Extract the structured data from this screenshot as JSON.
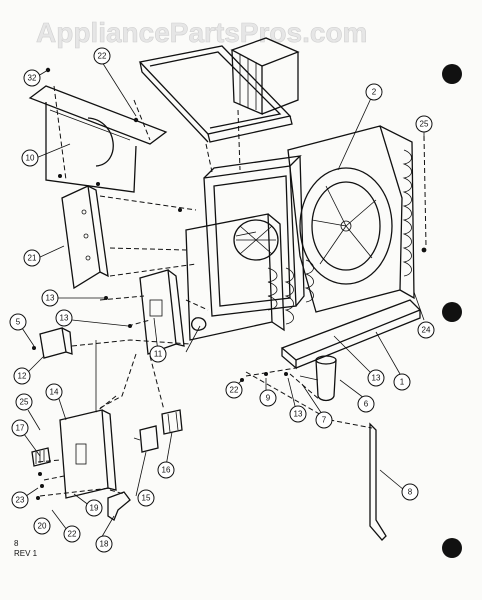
{
  "watermark": "AppliancePartsPros.com",
  "revision": {
    "line1": "8",
    "line2": "REV 1"
  },
  "callouts": [
    "32",
    "22",
    "10",
    "21",
    "13",
    "13",
    "5",
    "12",
    "14",
    "25",
    "17",
    "23",
    "20",
    "22",
    "19",
    "18",
    "15",
    "16",
    "11",
    "2",
    "25",
    "24",
    "1",
    "13",
    "6",
    "7",
    "13",
    "9",
    "22",
    "8"
  ]
}
